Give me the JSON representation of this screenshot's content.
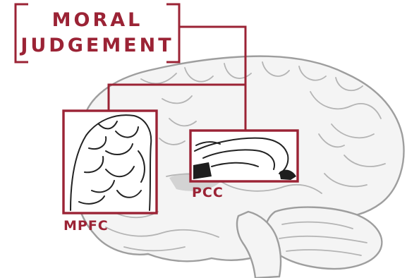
{
  "title": {
    "line1": "MORAL",
    "line2": "JUDGEMENT"
  },
  "regions": [
    {
      "id": "mpfc",
      "label": "MPFC"
    },
    {
      "id": "pcc",
      "label": "PCC"
    }
  ],
  "colors": {
    "accent": "#9b2335",
    "brain_stroke": "#a9a9a9",
    "ink": "#222222"
  }
}
